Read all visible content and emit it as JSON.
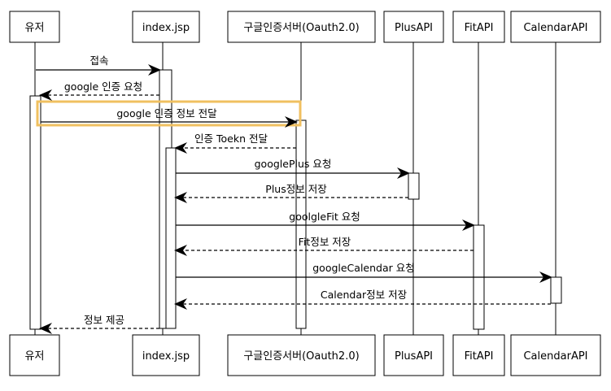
{
  "participants": [
    {
      "id": "user",
      "label": "유저"
    },
    {
      "id": "index",
      "label": "index.jsp"
    },
    {
      "id": "google",
      "label": "구글인증서버(Oauth2.0)"
    },
    {
      "id": "plus",
      "label": "PlusAPI"
    },
    {
      "id": "fit",
      "label": "FitAPI"
    },
    {
      "id": "calendar",
      "label": "CalendarAPI"
    }
  ],
  "messages": [
    {
      "from": "user",
      "to": "index",
      "label": "접속",
      "style": "solid"
    },
    {
      "from": "index",
      "to": "user",
      "label": "google 인증 요청",
      "style": "dashed"
    },
    {
      "from": "user",
      "to": "google",
      "label": "google 인증 정보 전달",
      "style": "solid",
      "highlight": true
    },
    {
      "from": "google",
      "to": "index",
      "label": "인증 Toekn 전달",
      "style": "dashed"
    },
    {
      "from": "index",
      "to": "plus",
      "label": "googlePlus 요청",
      "style": "solid"
    },
    {
      "from": "plus",
      "to": "index",
      "label": "Plus정보 저장",
      "style": "dashed"
    },
    {
      "from": "index",
      "to": "fit",
      "label": "goolgleFit 요청",
      "style": "solid"
    },
    {
      "from": "fit",
      "to": "index",
      "label": "Fit정보 저장",
      "style": "dashed"
    },
    {
      "from": "index",
      "to": "calendar",
      "label": "googleCalendar 요청",
      "style": "solid"
    },
    {
      "from": "calendar",
      "to": "index",
      "label": "Calendar정보 저장",
      "style": "dashed"
    },
    {
      "from": "index",
      "to": "user",
      "label": "정보 제공",
      "style": "dashed"
    }
  ],
  "colors": {
    "highlight": "#f0c060",
    "line": "#000000",
    "box_fill": "#ffffff"
  }
}
